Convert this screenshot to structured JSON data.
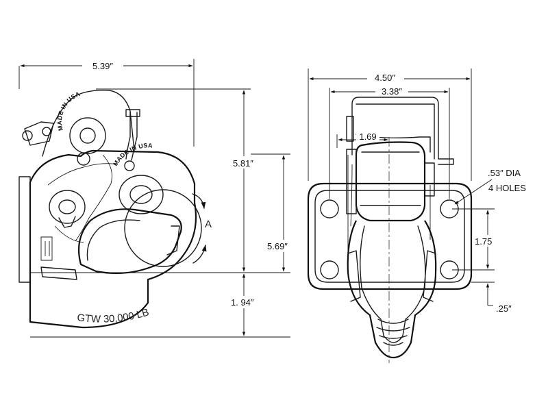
{
  "dimensions": {
    "width_overall": "5.39″",
    "height_overall": "5.81″",
    "height_lower": "5.69″",
    "height_base": "1. 94″",
    "width_rear": "4.50″",
    "width_inner": "3.38″",
    "offset": "1.69",
    "hole_spacing": "1.75",
    "hole_edge": ".25″",
    "hole_dia": ".53″ DIA",
    "hole_count": "4 HOLES"
  },
  "markings": {
    "made_in_usa_top": "MADE IN USA",
    "made_in_usa_side": "MADE IN USA",
    "rating": "GTW 30,000 LB",
    "detail_label": "A"
  },
  "icons": {
    "side_view": "pintle-hook-side-view",
    "rear_view": "pintle-hook-rear-view"
  }
}
